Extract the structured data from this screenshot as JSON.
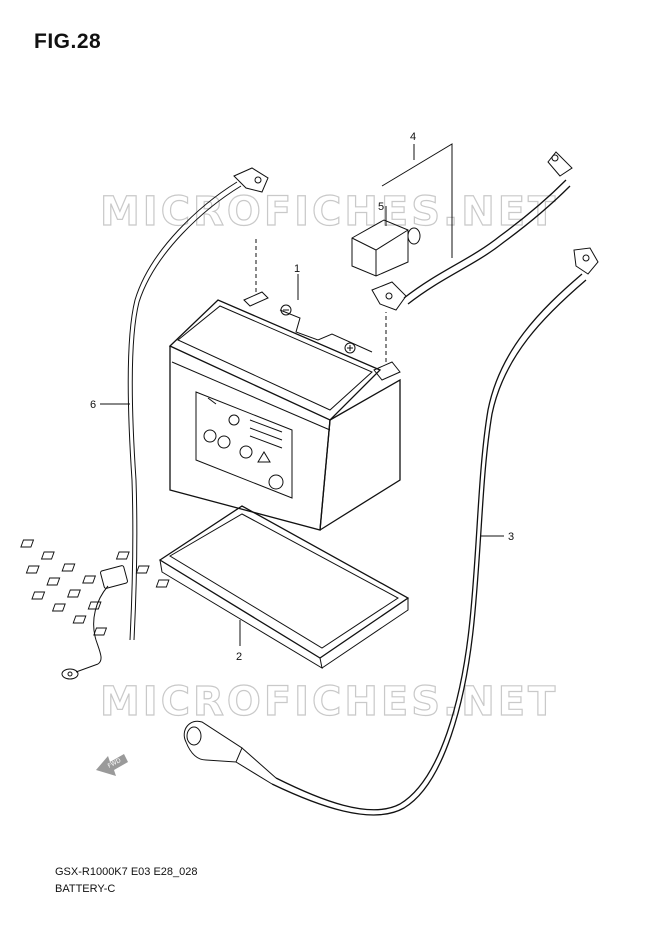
{
  "figure": {
    "title": "FIG.28"
  },
  "watermark": {
    "text": "MICROFICHES.NET"
  },
  "callouts": [
    {
      "number": "1",
      "part": "battery"
    },
    {
      "number": "2",
      "part": "battery-tray"
    },
    {
      "number": "3",
      "part": "battery-negative-cable"
    },
    {
      "number": "4",
      "part": "battery-positive-cable"
    },
    {
      "number": "5",
      "part": "terminal-cover"
    },
    {
      "number": "6",
      "part": "battery-breather-lead"
    }
  ],
  "fwd_label": "FWD",
  "footer": {
    "model_code": "GSX-R1000K7 E03 E28_028",
    "section_name": "BATTERY-C"
  }
}
